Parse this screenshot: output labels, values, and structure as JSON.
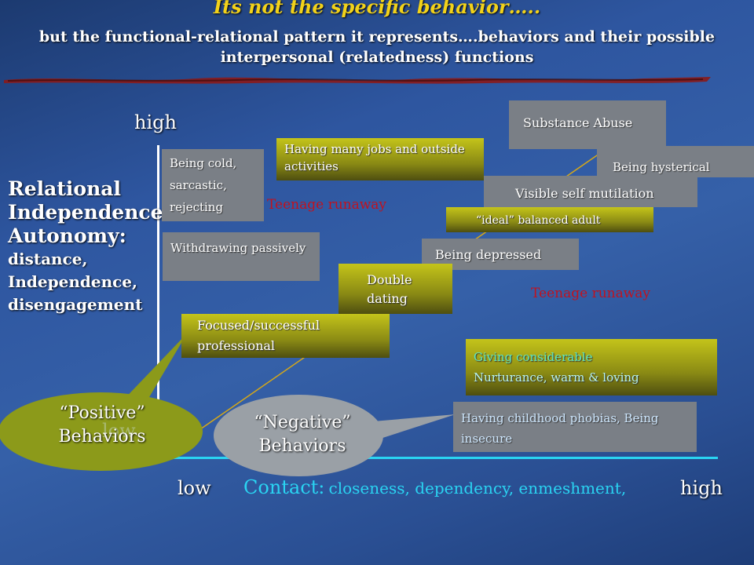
{
  "title": "Its not the specific behavior…..",
  "subtitle": "but the functional-relational pattern it represents….behaviors and their possible interpersonal (relatedness) functions",
  "y_axis": {
    "high": "high",
    "low": "low",
    "label_lines": [
      "Relational",
      "Independence",
      "Autonomy:"
    ],
    "sublabel_lines": [
      "distance,",
      "Independence,",
      "disengagement"
    ]
  },
  "x_axis": {
    "low": "low",
    "high": "high",
    "label": "Contact:",
    "sublabel": "closeness, dependency,  enmeshment,"
  },
  "boxes": {
    "substance_abuse": "Substance Abuse",
    "many_jobs": "Having many jobs and outside activities",
    "being_hysterical": "Being hysterical",
    "being_cold": "Being cold, sarcastic, rejecting",
    "self_mutilation": "Visible self mutilation",
    "ideal_adult": "“ideal” balanced adult",
    "withdrawing": "Withdrawing passively",
    "being_depressed": "Being depressed",
    "double_dating": "Double dating",
    "professional": "Focused/successful professional",
    "nurturance_line1": "Giving considerable",
    "nurturance_line2": "Nurturance, warm & loving",
    "phobias": "Having childhood phobias, Being insecure"
  },
  "runaway_1": "Teenage runaway",
  "runaway_2": "Teenage runaway",
  "callouts": {
    "positive_line1": "“Positive”",
    "positive_line2": "Behaviors",
    "negative_line1": "“Negative”",
    "negative_line2": "Behaviors"
  },
  "colors": {
    "title": "#f2d21a",
    "gray_box": "#7a7f86",
    "olive_box": "#a8a818",
    "red_text": "#c1121f",
    "cyan": "#2ad4f2",
    "bubble": "#9aa0a6"
  }
}
